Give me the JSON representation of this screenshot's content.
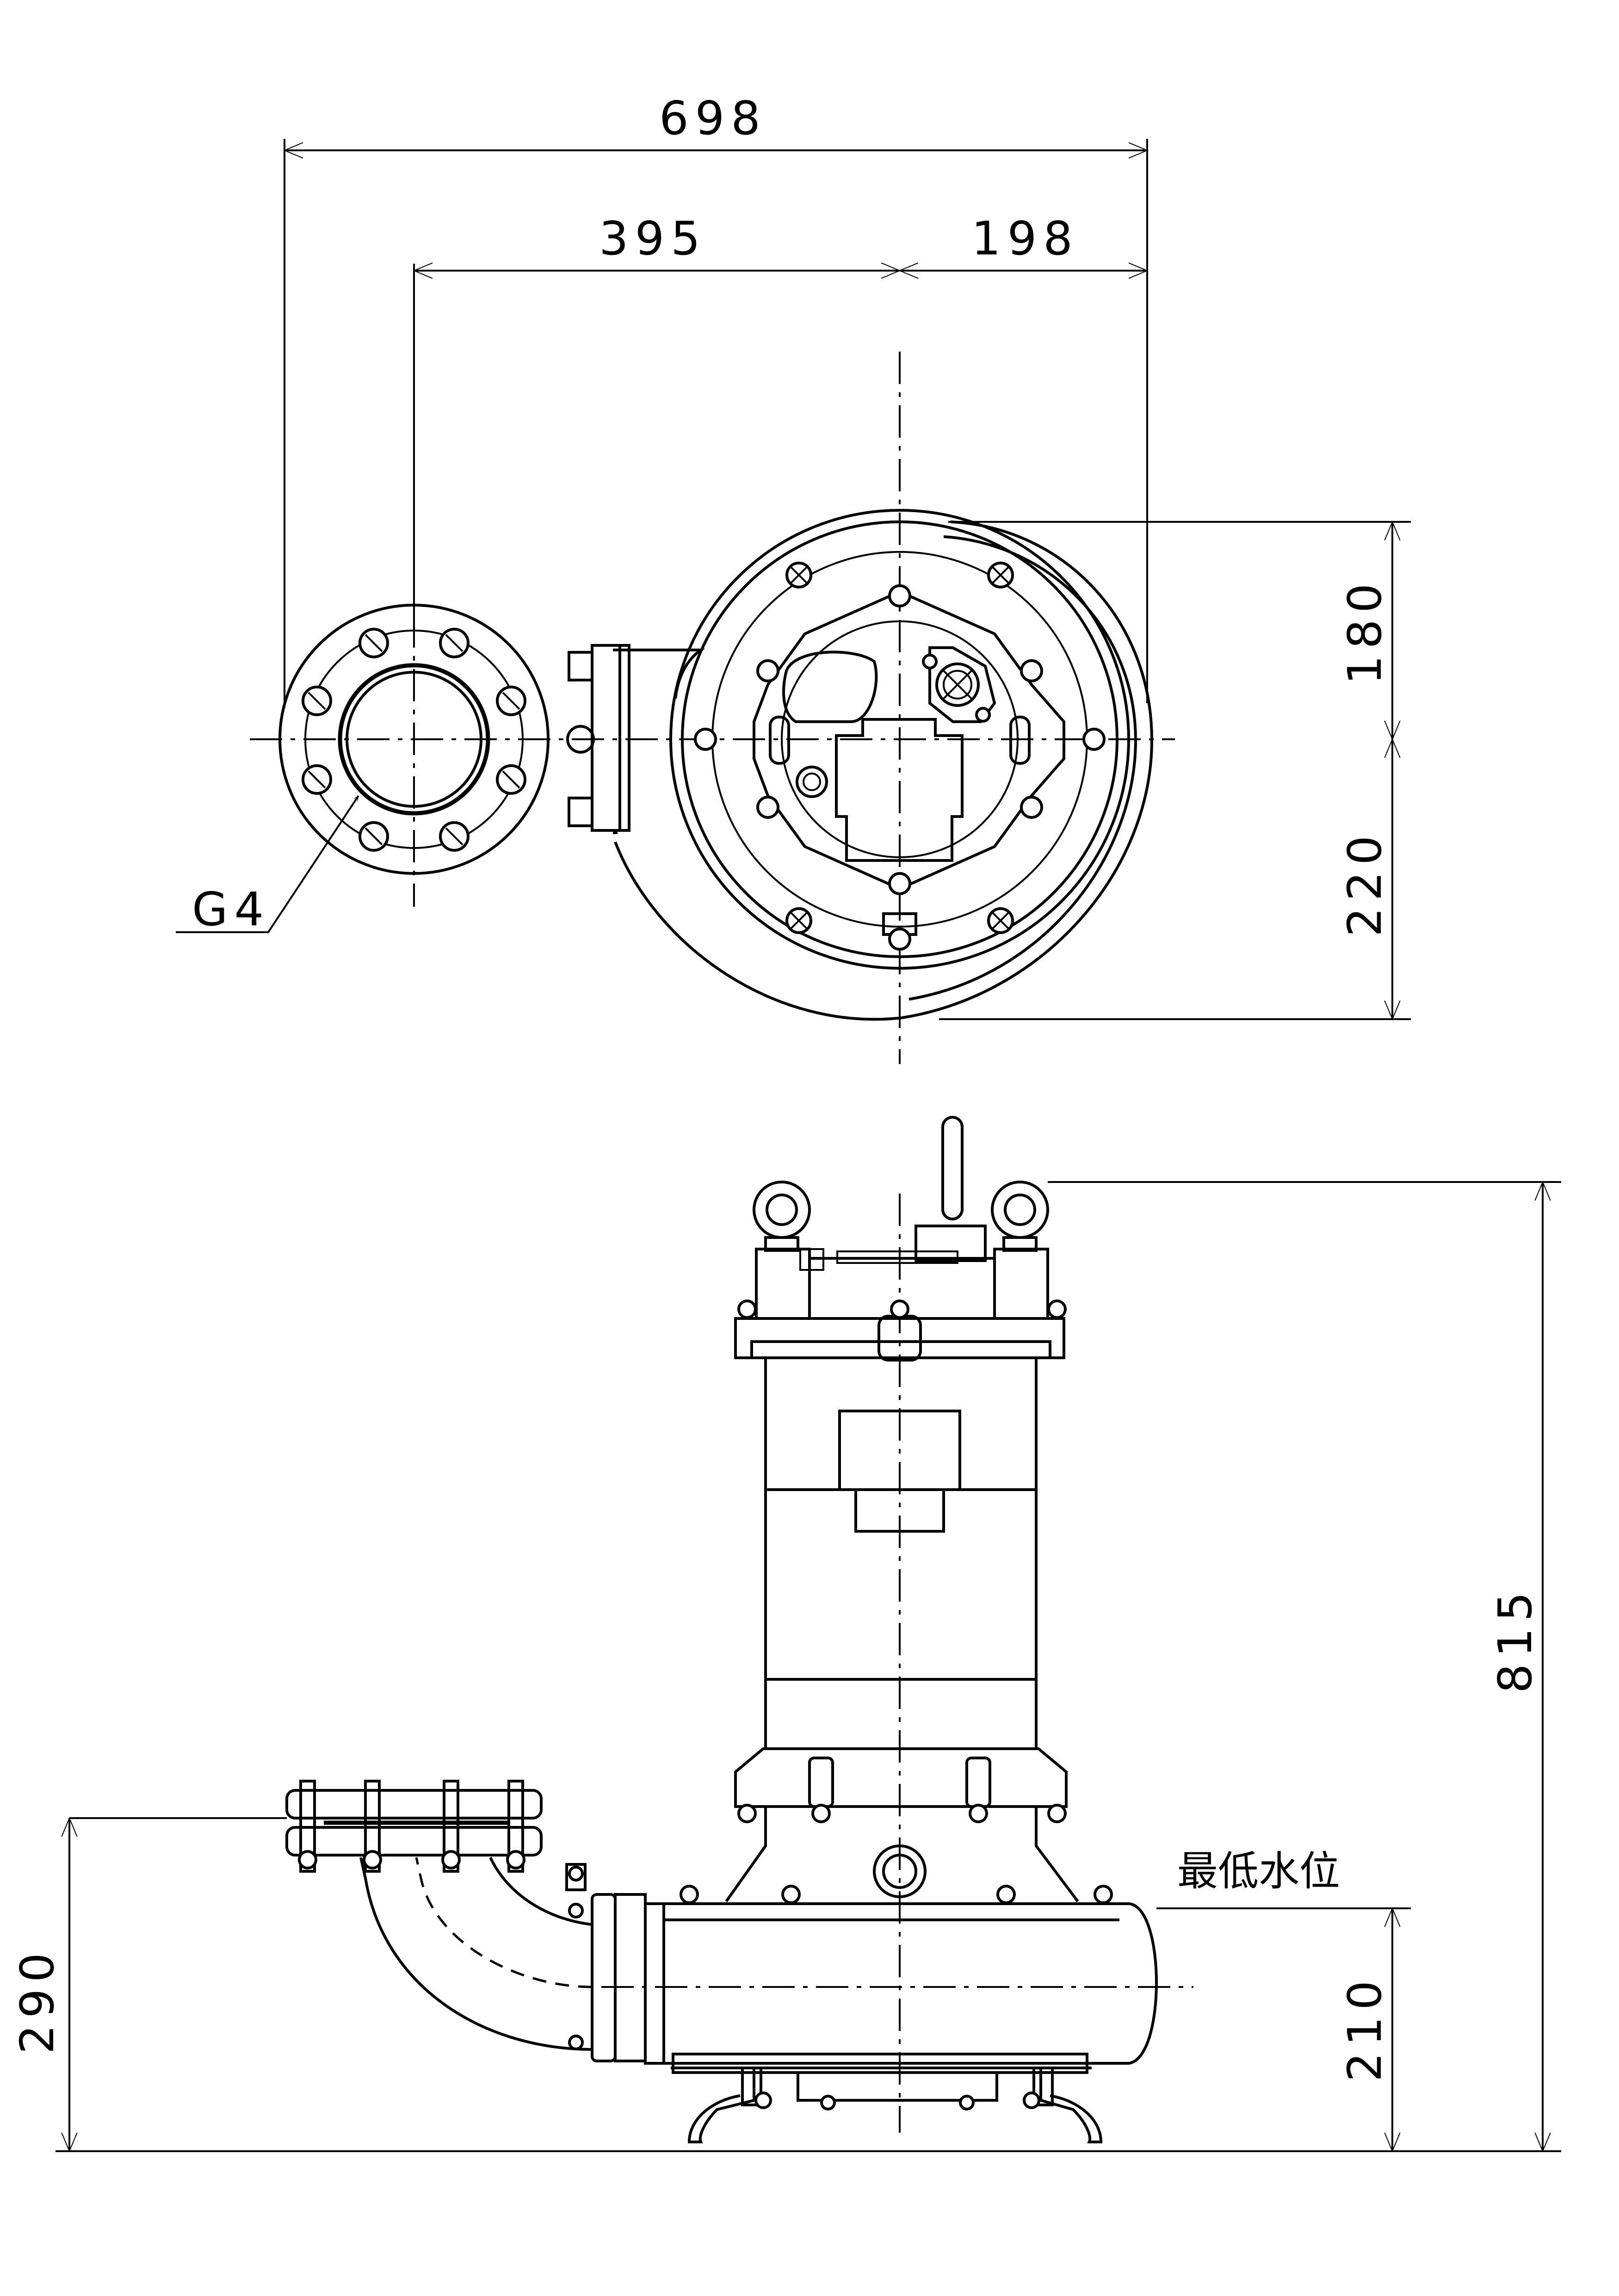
{
  "dimensions": {
    "overall_width": "698",
    "discharge_to_center": "395",
    "center_to_right": "198",
    "upper_half": "180",
    "lower_half": "220",
    "overall_height": "815",
    "discharge_height": "290",
    "min_water_level_height": "210"
  },
  "labels": {
    "flange_label": "G4",
    "min_water_level": "最低水位"
  }
}
